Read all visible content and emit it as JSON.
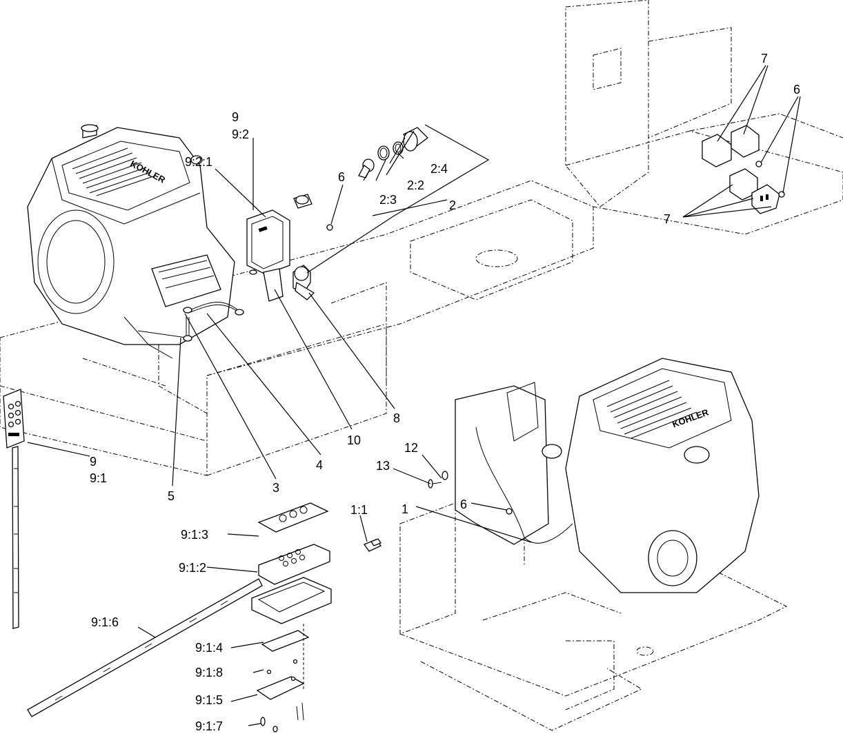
{
  "callouts": {
    "c9_top": "9",
    "c9_2": "9:2",
    "c9_2_1": "9:2:1",
    "c6_a": "6",
    "c2_3": "2:3",
    "c2_2": "2:2",
    "c2_4": "2:4",
    "c2": "2",
    "c7_top": "7",
    "c6_right": "6",
    "c7_bottom": "7",
    "c9_left": "9",
    "c9_1": "9:1",
    "c5": "5",
    "c3": "3",
    "c4": "4",
    "c10": "10",
    "c8": "8",
    "c12": "12",
    "c13": "13",
    "c1": "1",
    "c6_b": "6",
    "c1_1": "1:1",
    "c9_1_3": "9:1:3",
    "c9_1_2": "9:1:2",
    "c9_1_6": "9:1:6",
    "c9_1_4": "9:1:4",
    "c9_1_8": "9:1:8",
    "c9_1_5": "9:1:5",
    "c9_1_7": "9:1:7"
  },
  "brand": {
    "engine_left": "KOHLER",
    "engine_right": "KOHLER"
  }
}
